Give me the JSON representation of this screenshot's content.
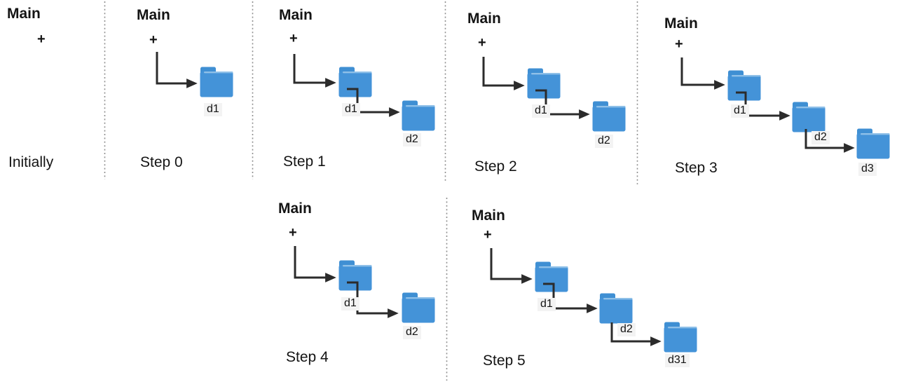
{
  "colors": {
    "text": "#141414",
    "arrow": "#2b2b2b",
    "divider": "#8f8f8f",
    "label_bg": "#f3f3f3",
    "folder_body": "#4493d8",
    "folder_tab": "#3f8fd3",
    "folder_stripe": "#8fc0e8"
  },
  "panels": [
    {
      "caption": "Initially",
      "root": "Main",
      "op": "+",
      "folders": []
    },
    {
      "caption": "Step 0",
      "root": "Main",
      "op": "+",
      "folders": [
        "d1"
      ]
    },
    {
      "caption": "Step 1",
      "root": "Main",
      "op": "+",
      "folders": [
        "d1",
        "d2"
      ]
    },
    {
      "caption": "Step 2",
      "root": "Main",
      "op": "+",
      "folders": [
        "d1",
        "d2"
      ]
    },
    {
      "caption": "Step 3",
      "root": "Main",
      "op": "+",
      "folders": [
        "d1",
        "d2",
        "d3"
      ]
    },
    {
      "caption": "Step 4",
      "root": "Main",
      "op": "+",
      "folders": [
        "d1",
        "d2"
      ]
    },
    {
      "caption": "Step 5",
      "root": "Main",
      "op": "+",
      "folders": [
        "d1",
        "d2",
        "d31"
      ]
    }
  ]
}
